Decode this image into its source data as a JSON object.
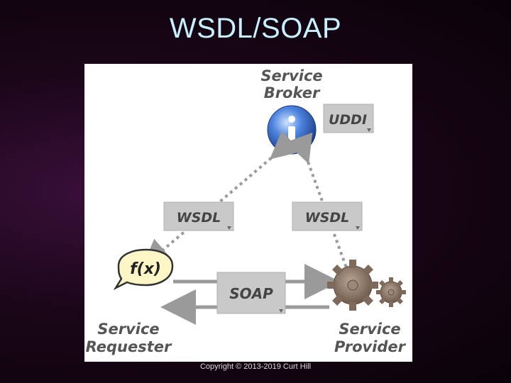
{
  "slide": {
    "title": "WSDL/SOAP",
    "copyright": "Copyright © 2013-2019 Curt Hill"
  },
  "diagram": {
    "broker": {
      "line1": "Service",
      "line2": "Broker",
      "icon": "info-icon"
    },
    "registry_label": "UDDI",
    "wsdl_left_label": "WSDL",
    "wsdl_right_label": "WSDL",
    "requester": {
      "line1": "Service",
      "line2": "Requester",
      "icon_text": "f(x)"
    },
    "message_label": "SOAP",
    "provider": {
      "line1": "Service",
      "line2": "Provider",
      "icon": "gears-icon"
    }
  },
  "colors": {
    "title": "#c8f0ff",
    "label_box": "#c9c9c9",
    "arrow": "#9a9a9a",
    "broker_icon": "#2f63c4",
    "gear": "#8c7a6a"
  }
}
